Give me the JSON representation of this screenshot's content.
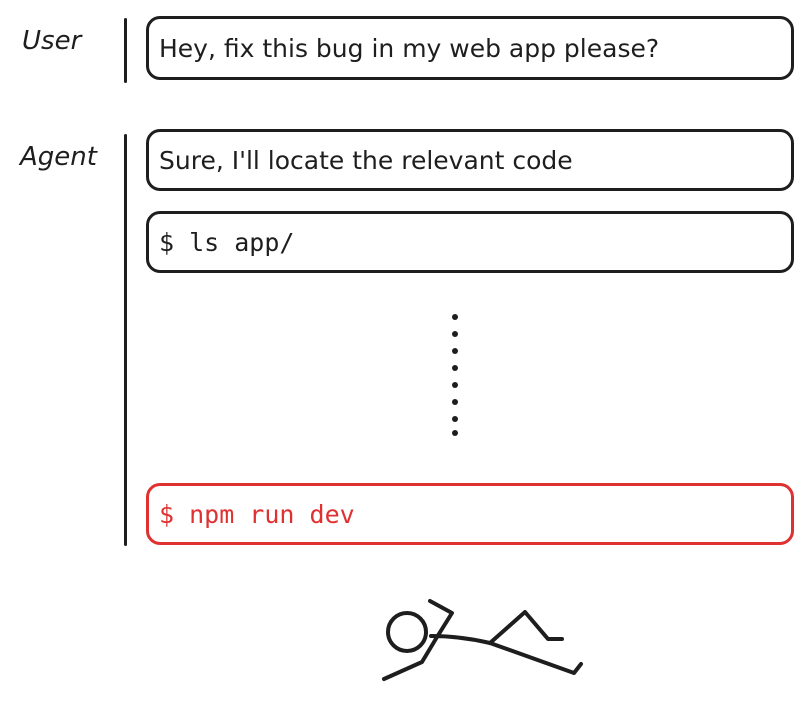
{
  "user": {
    "label": "User",
    "message": "Hey, fix this bug in my web app please?"
  },
  "agent": {
    "label": "Agent",
    "reply": "Sure, I'll locate the relevant code",
    "command_1": "$ ls app/",
    "command_failed": "$ npm run dev"
  },
  "colors": {
    "stroke": "#1e1e1e",
    "error": "#e03131"
  }
}
